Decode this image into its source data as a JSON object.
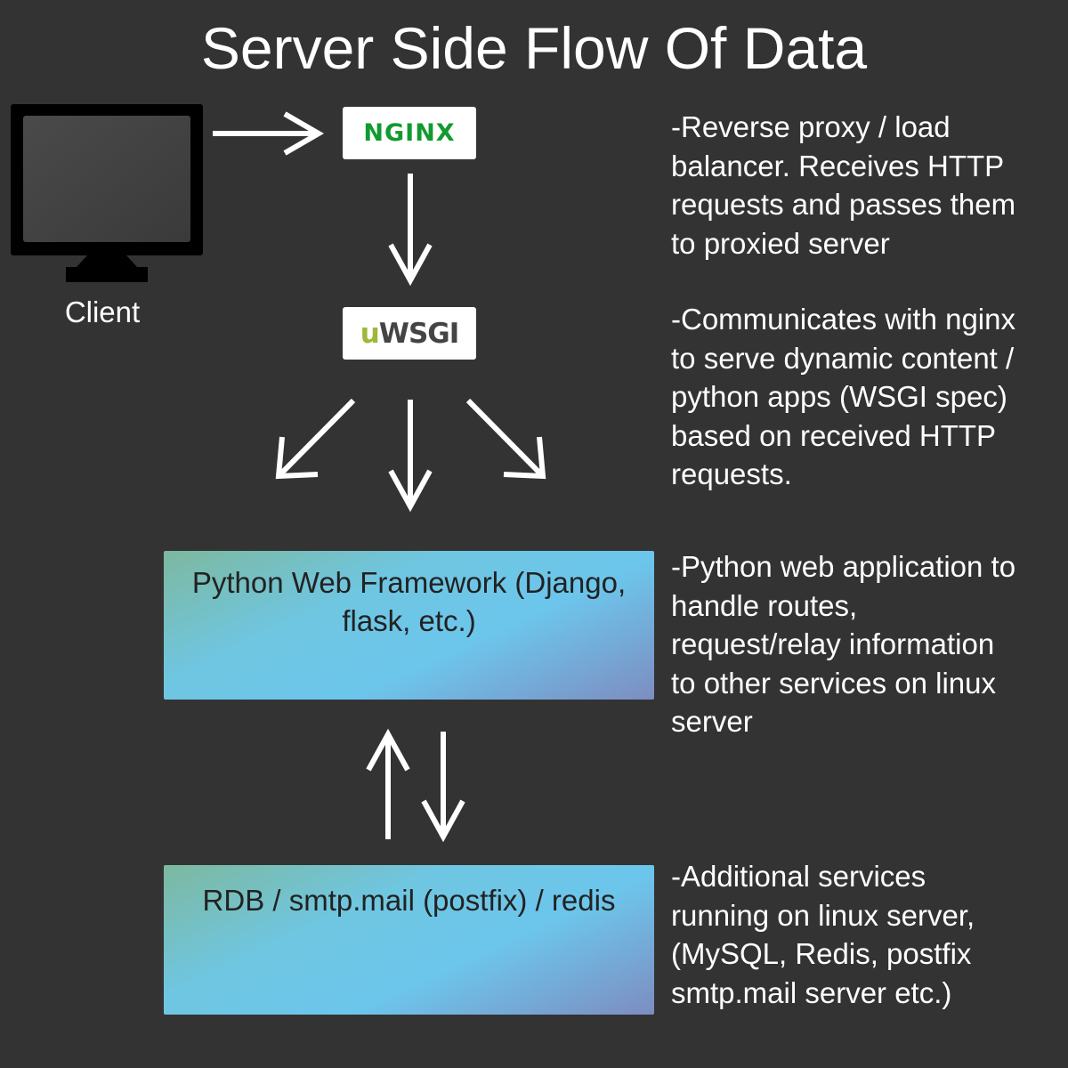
{
  "title": "Server Side Flow Of Data",
  "client": {
    "label": "Client",
    "icon": "monitor-icon"
  },
  "nginx": {
    "logo_text": "NGINX",
    "logo_color": "#119a2f",
    "description": [
      "-Reverse proxy / load",
      "balancer. Receives HTTP",
      "requests and passes them",
      "to proxied server"
    ]
  },
  "uwsgi": {
    "logo_prefix": "u",
    "logo_text": "WSGI",
    "prefix_color": "#9db83a",
    "description": [
      "-Communicates with nginx",
      "to serve dynamic content /",
      "python apps (WSGI spec)",
      "based on received HTTP",
      "requests."
    ]
  },
  "framework": {
    "label_line1": "Python Web Framework (Django,",
    "label_line2": "flask, etc.)",
    "description": [
      "-Python web application to",
      "handle routes,",
      "request/relay information",
      "to other services on linux",
      "server"
    ]
  },
  "services": {
    "label": "RDB / smtp.mail (postfix) / redis",
    "description": [
      "-Additional services",
      "running on linux server,",
      "(MySQL, Redis, postfix",
      "smtp.mail server etc.)"
    ]
  },
  "colors": {
    "background": "#333333",
    "text": "#ffffff",
    "arrow": "#ffffff",
    "box_gradient": [
      "#7db89f",
      "#6fc6e1",
      "#6cc6ec",
      "#7d8dc1"
    ]
  }
}
